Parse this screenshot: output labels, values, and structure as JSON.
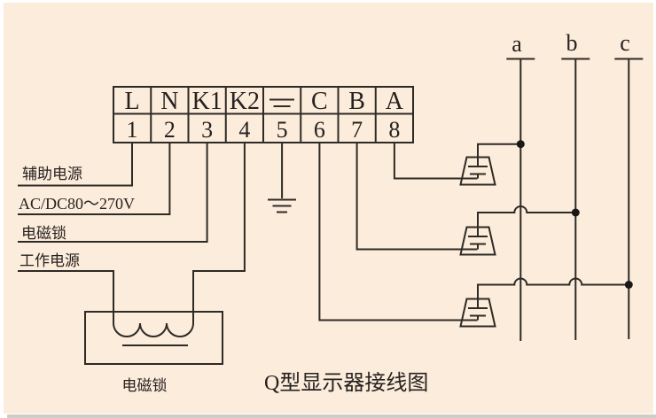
{
  "title": "Q型显示器接线图",
  "terminals": {
    "labels": [
      "L",
      "N",
      "K1",
      "K2",
      "",
      "C",
      "B",
      "A"
    ],
    "numbers": [
      "1",
      "2",
      "3",
      "4",
      "5",
      "6",
      "7",
      "8"
    ]
  },
  "left_labels": {
    "aux_power": "辅助电源",
    "voltage_range": "AC/DC80～270V",
    "magnetic_lock": "电磁锁",
    "working_power": "工作电源"
  },
  "coil": {
    "label": "电磁锁"
  },
  "phases": {
    "labels": [
      "a",
      "b",
      "c"
    ]
  },
  "icons": {
    "terminal5_symbol": "functional-earth-icon",
    "below_terminal5": "earth-ground-icon",
    "phase_sensors": "current-transformer-icon"
  },
  "colors": {
    "background": "#fcecdb",
    "line": "#2e2a26",
    "text": "#262220",
    "junction_dot": "#1a1816"
  }
}
